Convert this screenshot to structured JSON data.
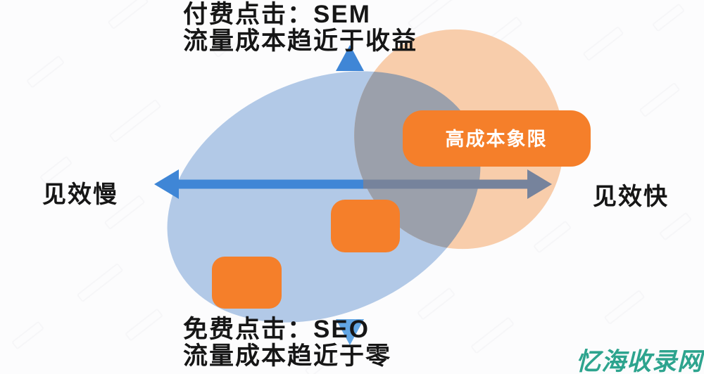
{
  "diagram": {
    "top_annotation": {
      "line1": "付费点击：SEM",
      "line2": "流量成本趋近于收益"
    },
    "bottom_annotation": {
      "line1": "免费点击：SEO",
      "line2": "流量成本趋近于零"
    },
    "axis": {
      "left_label": "见效慢",
      "right_label": "见效快"
    },
    "badge_label": "高成本象限",
    "colors": {
      "blue_ellipse": "#b2c9e7",
      "peach_ellipse": "#f8cdab",
      "overlap_gray": "#9ba0ab",
      "axis_blue": "#3f86d6",
      "axis_blue_light": "#62a6e4",
      "axis_slate": "#76839c",
      "orange_box": "#f57f2a",
      "badge_text": "#ffffff",
      "annotation_text": "#161616",
      "watermark_teal": "#2da48e"
    }
  },
  "watermark": {
    "text": "忆海收录网"
  }
}
